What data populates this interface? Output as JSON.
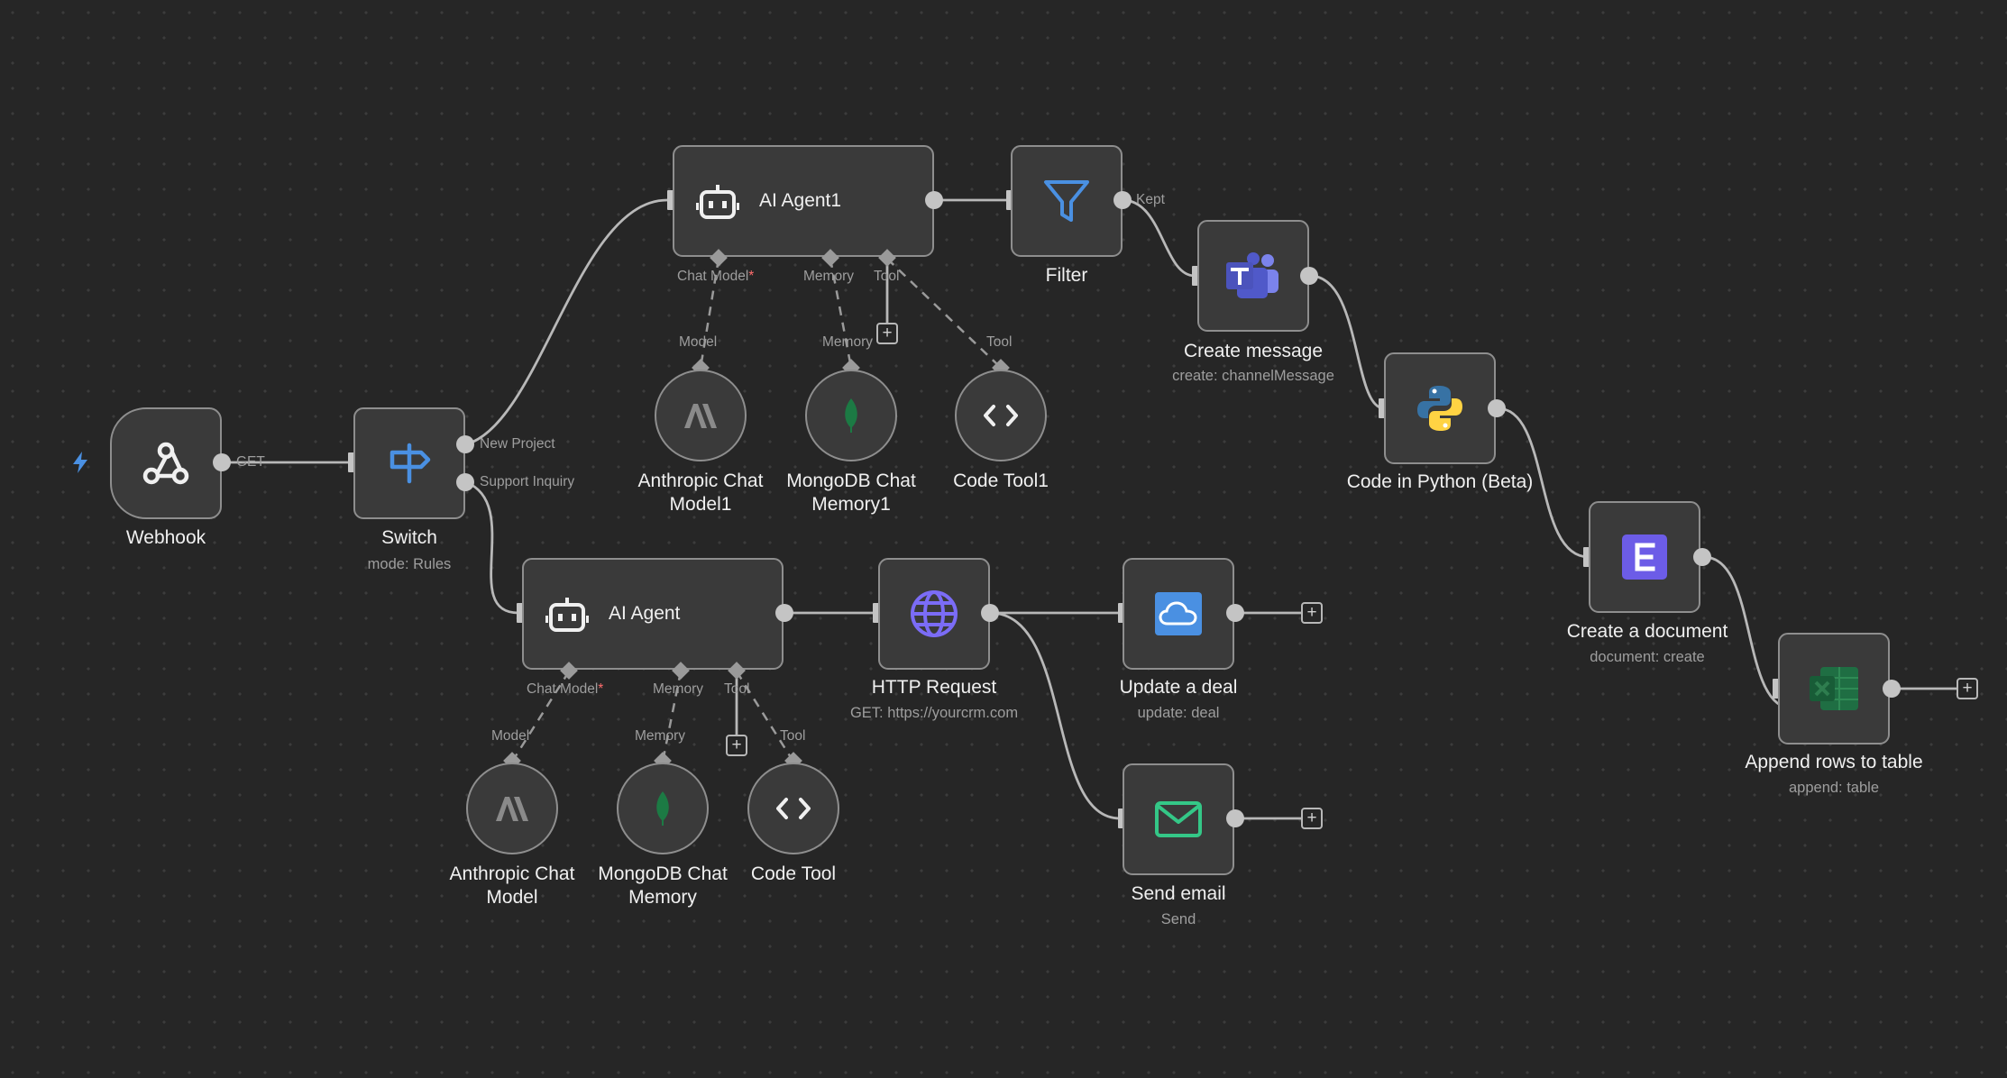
{
  "colors": {
    "canvas": "#262626",
    "node_bg": "#3a3a3a",
    "node_border": "#8e8e8e",
    "wire": "#b8b8b8",
    "required": "#ff6d6d",
    "accent_blue": "#4a90e2"
  },
  "nodes": {
    "webhook": {
      "title": "Webhook",
      "icon": "webhook-icon"
    },
    "switch": {
      "title": "Switch",
      "subtitle": "mode: Rules",
      "icon": "signpost-icon"
    },
    "agent1": {
      "title": "AI Agent1",
      "icon": "robot-icon"
    },
    "filter": {
      "title": "Filter",
      "icon": "filter-icon"
    },
    "create_message": {
      "title": "Create message",
      "subtitle": "create: channelMessage",
      "icon": "teams-icon"
    },
    "code_python": {
      "title": "Code in Python (Beta)",
      "icon": "python-icon"
    },
    "create_document": {
      "title": "Create a document",
      "subtitle": "document: create",
      "icon": "e-logo-icon"
    },
    "append_rows": {
      "title": "Append rows to table",
      "subtitle": "append: table",
      "icon": "excel-icon"
    },
    "anthropic1": {
      "title_line1": "Anthropic Chat",
      "title_line2": "Model1",
      "icon": "anthropic-icon"
    },
    "mongo1": {
      "title_line1": "MongoDB Chat",
      "title_line2": "Memory1",
      "icon": "mongodb-leaf-icon"
    },
    "codetool1": {
      "title": "Code Tool1",
      "icon": "code-brackets-icon"
    },
    "agent": {
      "title": "AI Agent",
      "icon": "robot-icon"
    },
    "http": {
      "title": "HTTP Request",
      "subtitle": "GET: https://yourcrm.com",
      "icon": "globe-icon"
    },
    "update_deal": {
      "title": "Update a deal",
      "subtitle": "update: deal",
      "icon": "cloud-icon"
    },
    "send_email": {
      "title": "Send email",
      "subtitle": "Send",
      "icon": "envelope-icon"
    },
    "anthropic": {
      "title_line1": "Anthropic Chat",
      "title_line2": "Model",
      "icon": "anthropic-icon"
    },
    "mongo": {
      "title_line1": "MongoDB Chat",
      "title_line2": "Memory",
      "icon": "mongodb-leaf-icon"
    },
    "codetool": {
      "title": "Code Tool",
      "icon": "code-brackets-icon"
    }
  },
  "labels": {
    "get": "GET",
    "new_project": "New Project",
    "support_inquiry": "Support Inquiry",
    "kept": "Kept",
    "chat_model": "Chat Model",
    "required_mark": "*",
    "memory": "Memory",
    "tool": "Tool",
    "model": "Model"
  },
  "plus_symbol": "+"
}
